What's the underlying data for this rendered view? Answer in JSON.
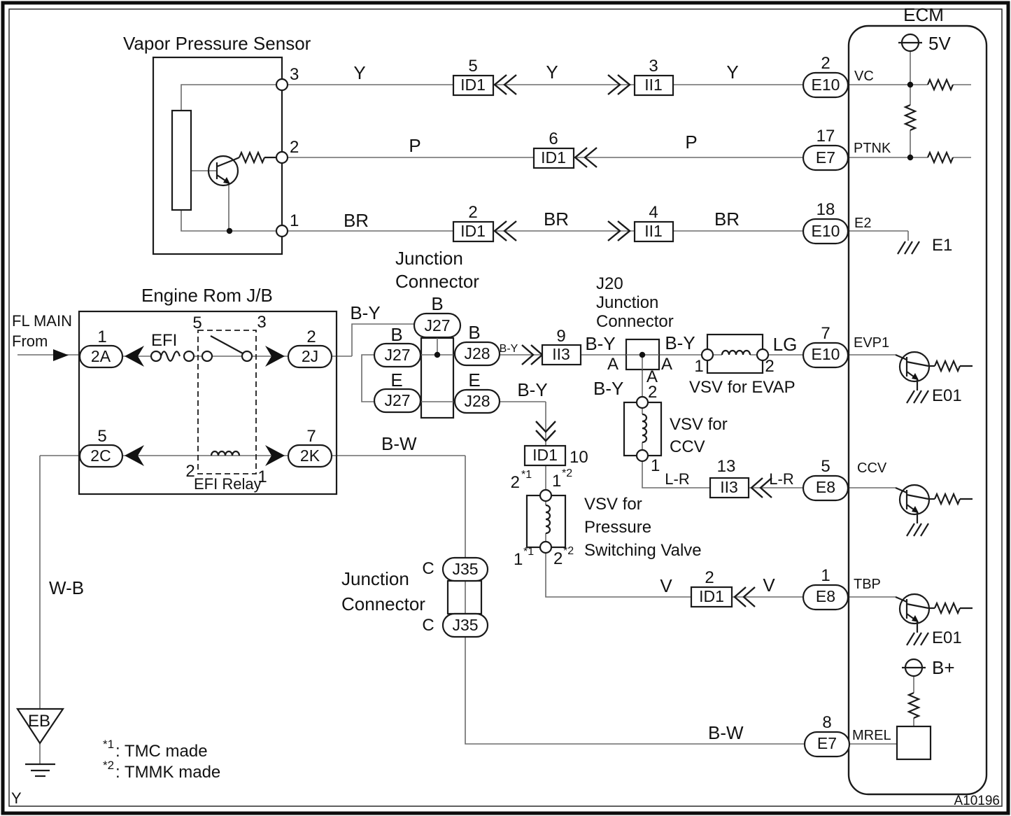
{
  "frame": {
    "corner_label": "Y",
    "ref_code": "A10196"
  },
  "sensor": {
    "title": "Vapor Pressure Sensor",
    "pin3": "3",
    "pin2": "2",
    "pin1": "1"
  },
  "row1": {
    "wire1": "Y",
    "id1_pin": "5",
    "id1": "ID1",
    "wire2": "Y",
    "ii1_pin": "3",
    "ii1": "II1",
    "wire3": "Y",
    "ecm_pin": "2",
    "ecm_conn": "E10",
    "terminal": "VC"
  },
  "row2": {
    "wire1": "P",
    "id1_pin": "6",
    "id1": "ID1",
    "wire2": "P",
    "ecm_pin": "17",
    "ecm_conn": "E7",
    "terminal": "PTNK"
  },
  "row3": {
    "wire1": "BR",
    "id1_pin": "2",
    "id1": "ID1",
    "wire2": "BR",
    "ii1_pin": "4",
    "ii1": "II1",
    "wire3": "BR",
    "ecm_pin": "18",
    "ecm_conn": "E10",
    "terminal": "E2",
    "ground": "E1"
  },
  "ecm": {
    "title": "ECM",
    "supply_5v": "5V",
    "supply_bplus": "B+",
    "evp1": {
      "pin": "7",
      "conn": "E10",
      "terminal": "EVP1",
      "ground": "E01"
    },
    "ccv": {
      "pin": "5",
      "conn": "E8",
      "terminal": "CCV"
    },
    "tbp": {
      "pin": "1",
      "conn": "E8",
      "terminal": "TBP",
      "ground": "E01"
    },
    "mrel": {
      "pin": "8",
      "conn": "E7",
      "terminal": "MREL"
    }
  },
  "jb": {
    "title": "Engine Rom J/B",
    "from1": "FL MAIN",
    "from2": "From",
    "fuse": "EFI",
    "relay": "EFI Relay",
    "pin_2a": "1",
    "conn_2a": "2A",
    "pin_2j": "2",
    "conn_2j": "2J",
    "pin_2c": "5",
    "conn_2c": "2C",
    "pin_2k": "7",
    "conn_2k": "2K",
    "relay_pin5": "5",
    "relay_pin3": "3",
    "relay_pin2": "2",
    "relay_pin1": "1"
  },
  "jc1": {
    "title1": "Junction",
    "title2": "Connector",
    "wire_by": "B-Y",
    "top_tag": "B",
    "top": "J27",
    "b_left_tag": "B",
    "b_left": "J27",
    "e_left_tag": "E",
    "e_left": "J27",
    "b_right_tag": "B",
    "b_right": "J28",
    "e_right_tag": "E",
    "e_right": "J28",
    "wire_by_small": "B-Y",
    "ii3_pin": "9",
    "ii3": "II3",
    "wire_by2": "B-Y",
    "wire_by3": "B-Y"
  },
  "j20": {
    "line1": "J20",
    "line2": "Junction",
    "line3": "Connector",
    "pin_a_left": "A",
    "pin_a_right": "A",
    "pin_a_bottom": "A",
    "wire_by_right": "B-Y",
    "wire_by_down": "B-Y",
    "ccv_pin2": "2"
  },
  "evap": {
    "pin1": "1",
    "pin2": "2",
    "wire_lg": "LG",
    "label": "VSV for EVAP"
  },
  "ccv": {
    "label1": "VSV for",
    "label2": "CCV",
    "pin1": "1",
    "wire_lr1": "L-R",
    "ii3_pin": "13",
    "ii3": "II3",
    "wire_lr2": "L-R"
  },
  "psv": {
    "id1": "ID1",
    "id1_pin": "10",
    "tl": "2",
    "tl_sup": "*1",
    "tr": "1",
    "tr_sup": "*2",
    "bl": "1",
    "bl_sup": "*1",
    "br": "2",
    "br_sup": "*2",
    "label1": "VSV for",
    "label2": "Pressure",
    "label3": "Switching Valve",
    "wire_v1": "V",
    "id1b": "ID1",
    "id1b_pin": "2",
    "wire_v2": "V"
  },
  "jc2": {
    "title1": "Junction",
    "title2": "Connector",
    "tag_top": "C",
    "top": "J35",
    "tag_bot": "C",
    "bot": "J35"
  },
  "wires": {
    "bw1": "B-W",
    "bw2": "B-W",
    "wb": "W-B"
  },
  "eb": {
    "label": "EB"
  },
  "notes": {
    "sup1": "*1",
    "text1": ": TMC made",
    "sup2": "*2",
    "text2": ": TMMK made"
  }
}
